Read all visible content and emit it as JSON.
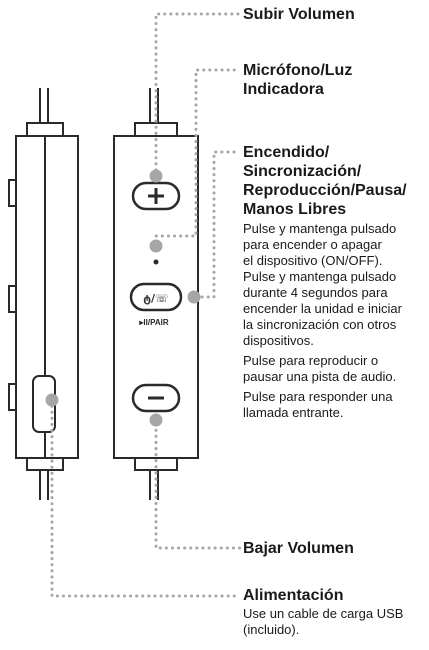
{
  "labels": {
    "vol_up": "Subir Volumen",
    "mic_line1": "Micrófono/Luz",
    "mic_line2": "Indicadora",
    "power_line1": "Encendido/",
    "power_line2": "Sincronización/",
    "power_line3": "Reproducción/Pausa/",
    "power_line4": "Manos Libres",
    "vol_down": "Bajar Volumen",
    "charging": "Alimentación"
  },
  "power_desc": {
    "p1_l1": "Pulse y mantenga pulsado",
    "p1_l2": "para encender o apagar",
    "p1_l3": "el dispositivo (ON/OFF).",
    "p2_l1": "Pulse y mantenga pulsado",
    "p2_l2": "durante 4 segundos para",
    "p2_l3": "encender la unidad e iniciar",
    "p2_l4": "la sincronización con otros",
    "p2_l5": "dispositivos.",
    "p3_l1": "Pulse para reproducir o",
    "p3_l2": "pausar una pista de audio.",
    "p4_l1": "Pulse para responder una",
    "p4_l2": "llamada entrante."
  },
  "charging_desc": {
    "l1": "Use un cable de carga USB",
    "l2": "(incluido)."
  },
  "device": {
    "plus_symbol": "+",
    "minus_symbol": "−",
    "power_button_text": "ტ/☏",
    "pair_label": "▸II/PAIR"
  },
  "colors": {
    "outline": "#2a2a2a",
    "callout_dot": "#a6a6a6",
    "text": "#1a1a1a"
  }
}
